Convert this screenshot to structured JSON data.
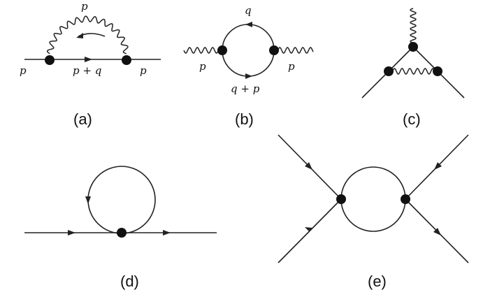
{
  "panels": [
    {
      "id": "a",
      "caption": "(a)",
      "labels": {
        "loop_top": "p",
        "left": "p",
        "bottom": "p + q",
        "right": "p"
      }
    },
    {
      "id": "b",
      "caption": "(b)",
      "labels": {
        "top": "q",
        "left": "p",
        "bottom": "q + p",
        "right": "p"
      }
    },
    {
      "id": "c",
      "caption": "(c)"
    },
    {
      "id": "d",
      "caption": "(d)"
    },
    {
      "id": "e",
      "caption": "(e)"
    }
  ]
}
